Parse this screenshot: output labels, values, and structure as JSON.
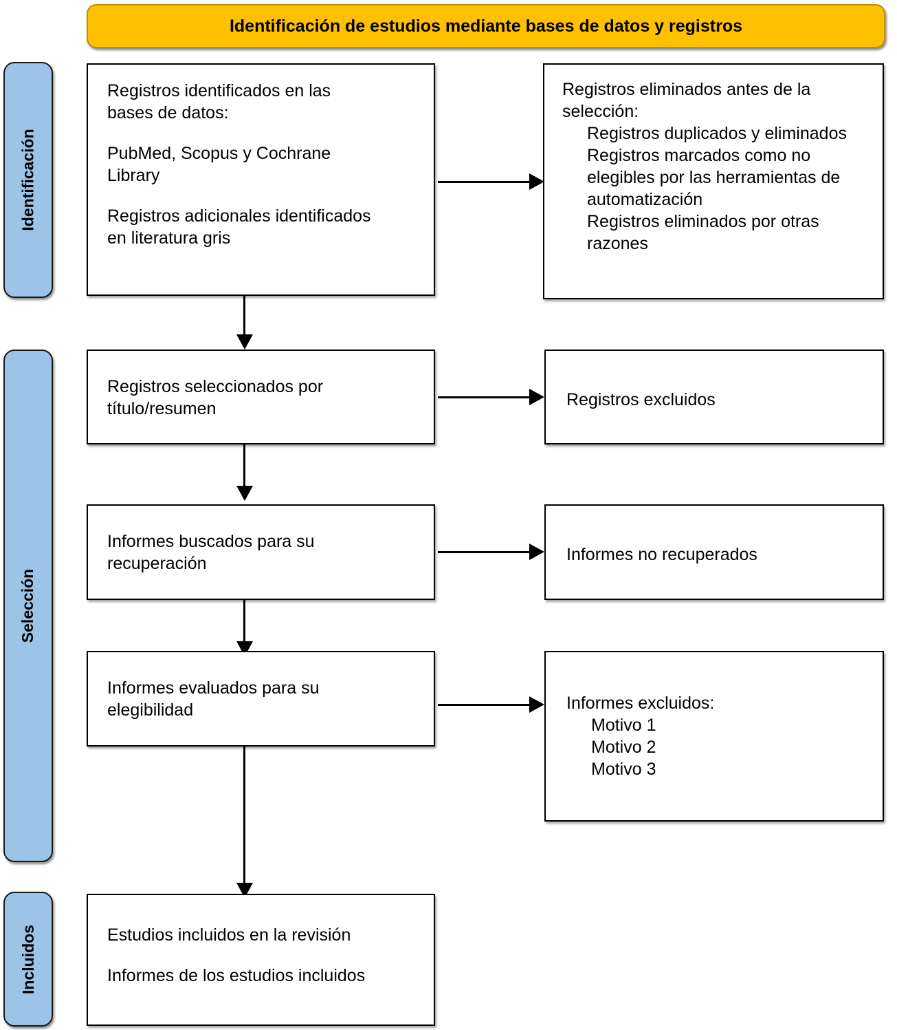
{
  "diagram": {
    "title": "Identificación de estudios mediante bases de datos y registros",
    "stages": [
      {
        "id": "identificacion",
        "label": "Identificación"
      },
      {
        "id": "seleccion",
        "label": "Selección"
      },
      {
        "id": "incluidos",
        "label": "Incluidos"
      }
    ],
    "boxes": {
      "records_identified": {
        "line1": "Registros identificados en las",
        "line2": "bases de datos:",
        "line3": "PubMed, Scopus y Cochrane",
        "line4": "Library",
        "line5": "Registros adicionales identificados",
        "line6": "en literatura gris"
      },
      "records_removed": {
        "heading1": "Registros eliminados antes de la",
        "heading2": "selección:",
        "items": [
          "Registros duplicados y eliminados",
          "Registros marcados como no elegibles por las herramientas de automatización",
          "Registros eliminados por otras razones"
        ]
      },
      "records_screened": {
        "line1": "Registros seleccionados por",
        "line2": "título/resumen"
      },
      "records_excluded": {
        "line1": "Registros excluidos"
      },
      "reports_sought": {
        "line1": "Informes buscados para su",
        "line2": "recuperación"
      },
      "reports_not_retrieved": {
        "line1": "Informes no recuperados"
      },
      "reports_assessed": {
        "line1": "Informes evaluados para su",
        "line2": "elegibilidad"
      },
      "reports_excluded": {
        "heading": "Informes excluidos:",
        "items": [
          "Motivo  1",
          "Motivo 2",
          "Motivo 3"
        ]
      },
      "studies_included": {
        "line1": "Estudios incluidos en la revisión",
        "line2": "Informes de los estudios incluidos"
      }
    },
    "colors": {
      "banner_fill": "#FFC000",
      "banner_border": "#BF8F00",
      "stage_fill": "#9DC3E6",
      "box_border": "#000000",
      "box_fill": "#FFFFFF",
      "connector": "#000000"
    }
  }
}
